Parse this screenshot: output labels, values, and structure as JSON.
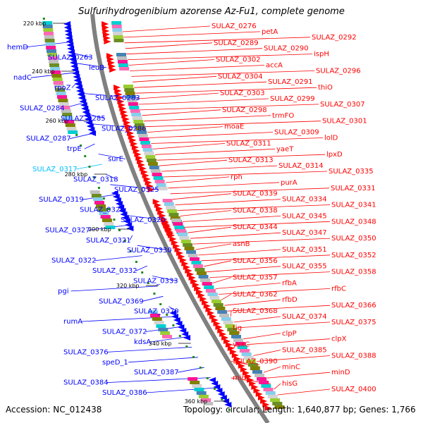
{
  "title": "Sulfurihydrogenibium azorense Az-Fu1, complete genome",
  "footer": {
    "accession": "Accession: NC_012438",
    "topology": "Topology: circular; Length: 1,640,877 bp; Genes: 1,766"
  },
  "colors": {
    "forward_strand": "#ff0000",
    "reverse_strand": "#0000ff",
    "highlight": "#00bfff",
    "backbone": "#808080",
    "tick": "#228b22"
  },
  "ticks": [
    "220 kbp",
    "240 kbp",
    "260 kbp",
    "280 kbp",
    "300 kbp",
    "320 kbp",
    "340 kbp",
    "360 kbp"
  ],
  "left_labels": [
    "hemD",
    "SULAZ_0263",
    "leuB",
    "nadC",
    "rpoZ",
    "SULAZ_0283",
    "SULAZ_0284",
    "SULAZ_0285",
    "SULAZ_0286",
    "SULAZ_0287",
    "trpE",
    "surE",
    "SULAZ_0317",
    "SULAZ_0318",
    "SULAZ_0325",
    "SULAZ_0319",
    "SULAZ_0326",
    "SULAZ_0320",
    "SULAZ_0327",
    "SULAZ_0321",
    "SULAZ_0330",
    "SULAZ_0322",
    "SULAZ_0332",
    "SULAZ_0333",
    "pgi",
    "SULAZ_0369",
    "SULAZ_0370",
    "rumA",
    "SULAZ_0372",
    "kdsA",
    "SULAZ_0376",
    "speD_1",
    "SULAZ_0387",
    "SULAZ_0384",
    "SULAZ_0386"
  ],
  "right_labels": [
    "SULAZ_0276",
    "petA",
    "SULAZ_0292",
    "SULAZ_0289",
    "SULAZ_0290",
    "ispH",
    "SULAZ_0302",
    "accA",
    "SULAZ_0296",
    "SULAZ_0304",
    "SULAZ_0291",
    "thiO",
    "SULAZ_0303",
    "SULAZ_0299",
    "SULAZ_0307",
    "SULAZ_0298",
    "trmFO",
    "SULAZ_0301",
    "moaE",
    "SULAZ_0309",
    "lolD",
    "SULAZ_0311",
    "yaeT",
    "lpxD",
    "SULAZ_0313",
    "SULAZ_0314",
    "SULAZ_0335",
    "rph",
    "purA",
    "SULAZ_0331",
    "SULAZ_0339",
    "SULAZ_0334",
    "SULAZ_0341",
    "SULAZ_0338",
    "SULAZ_0345",
    "SULAZ_0348",
    "SULAZ_0344",
    "SULAZ_0347",
    "SULAZ_0350",
    "asnB",
    "SULAZ_0351",
    "SULAZ_0352",
    "SULAZ_0356",
    "SULAZ_0355",
    "SULAZ_0358",
    "SULAZ_0357",
    "rfbA",
    "rfbC",
    "SULAZ_0362",
    "rfbD",
    "SULAZ_0366",
    "SULAZ_0368",
    "SULAZ_0374",
    "SULAZ_0375",
    "tig",
    "clpP",
    "clpX",
    "ysxC",
    "SULAZ_0385",
    "SULAZ_0388",
    "SULAZ_0390",
    "minC",
    "minD",
    "minE",
    "hisG",
    "SULAZ_0400"
  ]
}
